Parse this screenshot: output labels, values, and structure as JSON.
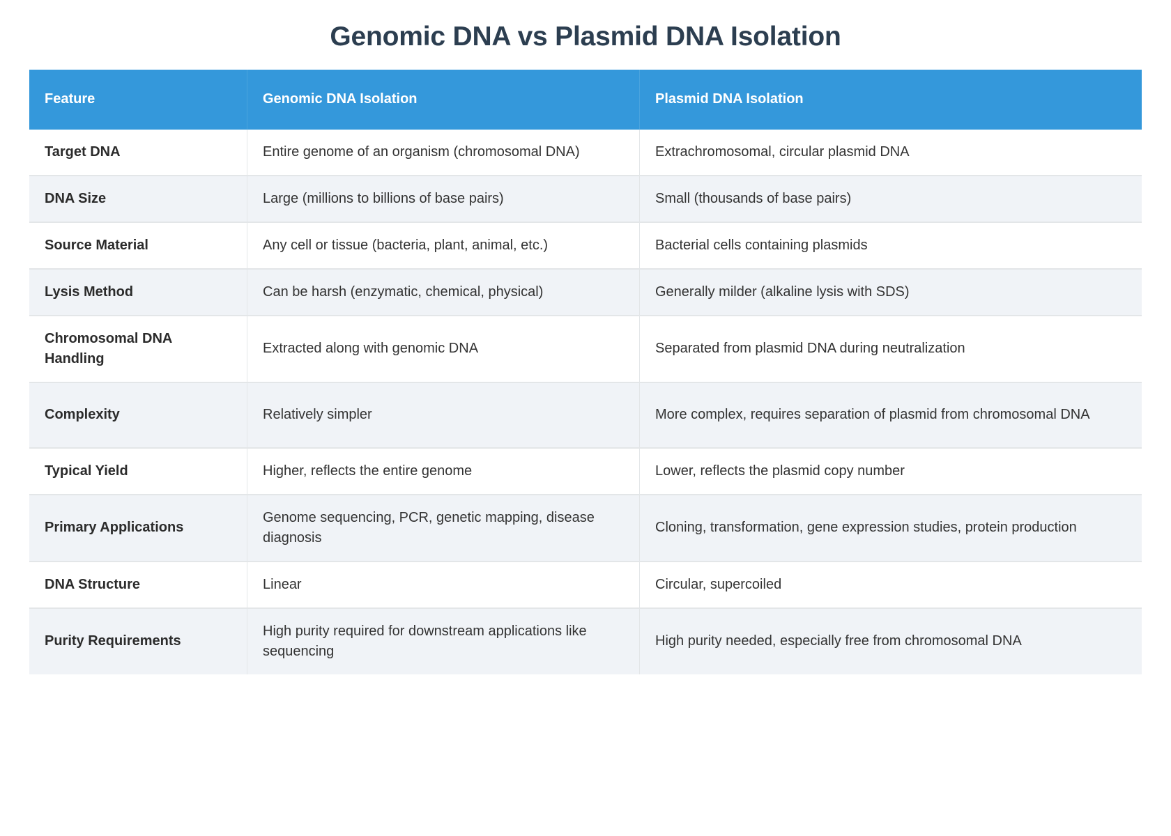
{
  "title": "Genomic DNA vs Plasmid DNA Isolation",
  "colors": {
    "header_background": "#3498db",
    "header_text": "#ffffff",
    "title_text": "#2c3e50",
    "row_odd_background": "#ffffff",
    "row_even_background": "#f0f3f7",
    "body_text": "#333333",
    "border": "#e3e6e8"
  },
  "table": {
    "columns": [
      "Feature",
      "Genomic DNA Isolation",
      "Plasmid DNA Isolation"
    ],
    "rows": [
      {
        "feature": "Target DNA",
        "genomic": "Entire genome of an organism (chromosomal DNA)",
        "plasmid": "Extrachromosomal, circular plasmid DNA"
      },
      {
        "feature": "DNA Size",
        "genomic": "Large (millions to billions of base pairs)",
        "plasmid": "Small (thousands of base pairs)"
      },
      {
        "feature": "Source Material",
        "genomic": "Any cell or tissue (bacteria, plant, animal, etc.)",
        "plasmid": "Bacterial cells containing plasmids"
      },
      {
        "feature": "Lysis Method",
        "genomic": "Can be harsh (enzymatic, chemical, physical)",
        "plasmid": "Generally milder (alkaline lysis with SDS)"
      },
      {
        "feature": "Chromosomal DNA Handling",
        "genomic": "Extracted along with genomic DNA",
        "plasmid": "Separated from plasmid DNA during neutralization"
      },
      {
        "feature": "Complexity",
        "genomic": "Relatively simpler",
        "plasmid": "More complex, requires separation of plasmid from chromosomal DNA"
      },
      {
        "feature": "Typical Yield",
        "genomic": "Higher, reflects the entire genome",
        "plasmid": "Lower, reflects the plasmid copy number"
      },
      {
        "feature": "Primary Applications",
        "genomic": "Genome sequencing, PCR, genetic mapping, disease diagnosis",
        "plasmid": "Cloning, transformation, gene expression studies, protein production"
      },
      {
        "feature": "DNA Structure",
        "genomic": "Linear",
        "plasmid": "Circular, supercoiled"
      },
      {
        "feature": "Purity Requirements",
        "genomic": "High purity required for downstream applications like sequencing",
        "plasmid": "High purity needed, especially free from chromosomal DNA"
      }
    ]
  }
}
